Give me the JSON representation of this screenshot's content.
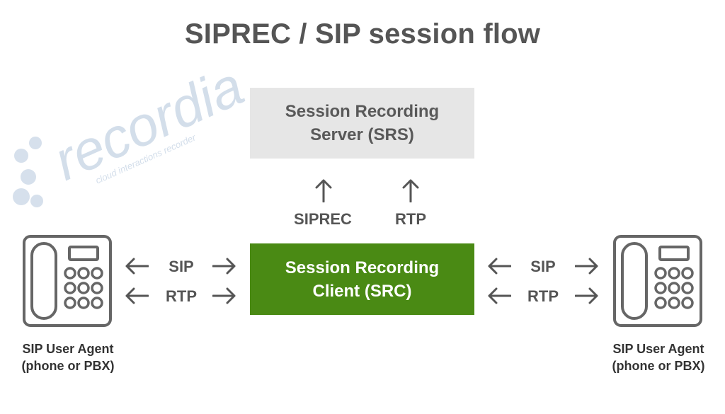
{
  "title": "SIPREC / SIP session flow",
  "watermark": {
    "logo_text": "recordia",
    "tagline": "cloud interactions recorder"
  },
  "srs": {
    "line1": "Session Recording",
    "line2": "Server (SRS)"
  },
  "src": {
    "line1": "Session Recording",
    "line2": "Client (SRC)"
  },
  "upstream": {
    "siprec_label": "SIPREC",
    "rtp_label": "RTP"
  },
  "left_link": {
    "sip_label": "SIP",
    "rtp_label": "RTP"
  },
  "right_link": {
    "sip_label": "SIP",
    "rtp_label": "RTP"
  },
  "left_agent": {
    "line1": "SIP User Agent",
    "line2": "(phone or PBX)"
  },
  "right_agent": {
    "line1": "SIP User Agent",
    "line2": "(phone or PBX)"
  },
  "colors": {
    "src_green": "#4a8a14",
    "srs_gray": "#e6e6e6",
    "text_gray": "#555555",
    "watermark": "#c9d6e6"
  },
  "icons": {
    "phone": "desk-phone-icon",
    "arrow_up": "arrow-up-icon",
    "arrow_left": "arrow-left-icon",
    "arrow_right": "arrow-right-icon"
  }
}
